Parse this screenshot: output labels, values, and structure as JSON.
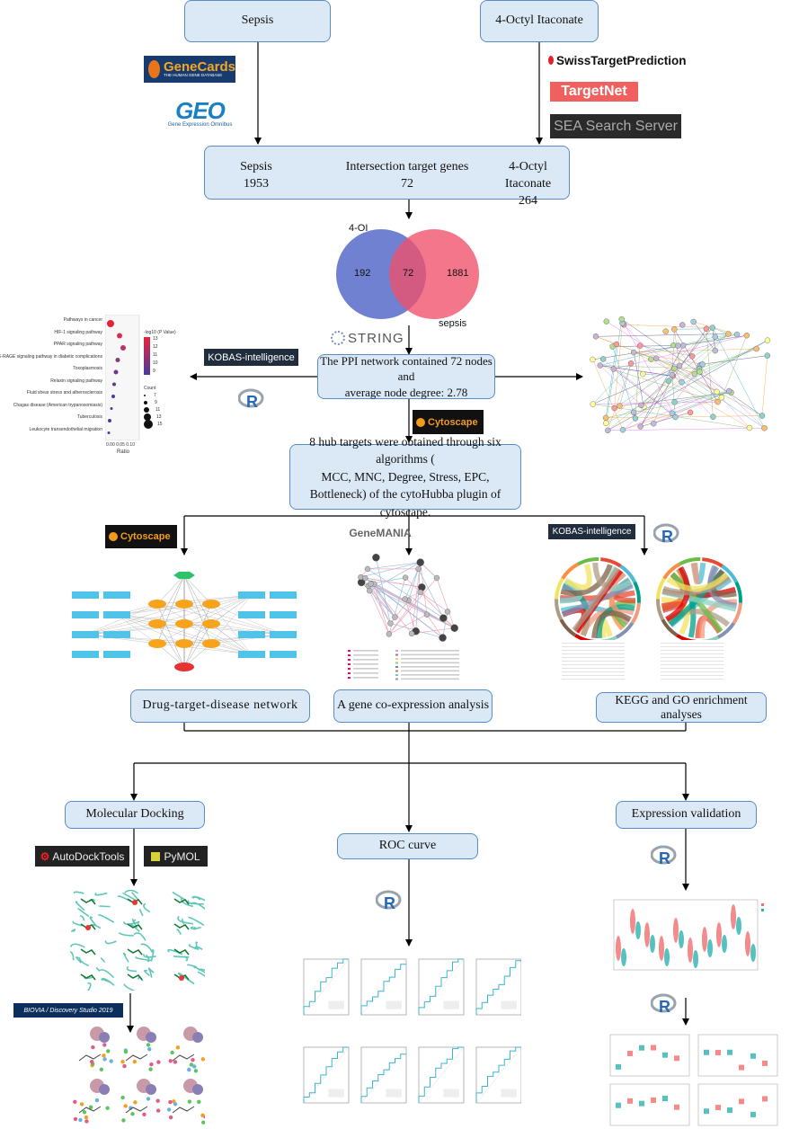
{
  "boxes": {
    "sepsis_top": "Sepsis",
    "oi_top": "4-Octyl Itaconate",
    "intersect_left_name": "Sepsis",
    "intersect_left_count": "1953",
    "intersect_center_name": "Intersection target genes",
    "intersect_center_count": "72",
    "intersect_right_name": "4-Octyl Itaconate",
    "intersect_right_count": "264",
    "ppi_line1": "The PPI network  contained 72 nodes and",
    "ppi_line2": "average node degree: 2.78",
    "hub_line1": "8 hub targets were obtained through six algorithms (",
    "hub_line2": "MCC, MNC, Degree, Stress, EPC,",
    "hub_line3": "Bottleneck) of the cytoHubba plugin of cytoscape.",
    "dtd": "Drug-target-disease  network",
    "coexp": "A gene co-expression analysis",
    "kegg_line1": "KEGG and GO enrichment",
    "kegg_line2": "analyses",
    "docking": "Molecular Docking",
    "roc": "ROC curve",
    "expr": "Expression validation"
  },
  "venn": {
    "left_label": "4-OI",
    "right_label": "sepsis",
    "left_only": "192",
    "overlap": "72",
    "right_only": "1881",
    "left_color": "#5b6fc9",
    "right_color": "#ef4f6a"
  },
  "logos": {
    "genecards_name": "GeneCards",
    "genecards_sub": "THE HUMAN GENE DATABASE",
    "geo_name": "GEO",
    "geo_sub": "Gene Expression Omnibus",
    "swiss": "SwissTargetPrediction",
    "targetnet": "TargetNet",
    "sea": "SEA Search Server",
    "string": "STRING",
    "kobas1": "KOBAS-intelligence",
    "kobas2": "KOBAS-intelligence",
    "cytoscape1": "Cytoscape",
    "cytoscape2": "Cytoscape",
    "genemania": "GeneMANIA",
    "autodock": "AutoDockTools",
    "pymol": "PyMOL",
    "biovia": "BIOVIA / Discovery Studio 2019",
    "r": "R"
  },
  "kegg_dot": {
    "pathways": [
      "Pathways in cancer",
      "HIF-1 signaling pathway",
      "PPAR signaling pathway",
      "AGE-RAGE signaling pathway in diabetic complications",
      "Toxoplasmosis",
      "Relaxin signaling pathway",
      "Fluid shear stress and atherosclerosis",
      "Chagas disease (American trypanosomiasis)",
      "Tuberculosis",
      "Leukocyte transendothelial migration"
    ],
    "xlabel": "Ratio",
    "xticks": "0.00 0.05 0.10",
    "legend_color_title": "-log10 (P Value)",
    "legend_color_vals": [
      "13",
      "12",
      "11",
      "10",
      "9"
    ],
    "legend_size_title": "Count",
    "legend_size_vals": [
      "7",
      "9",
      "11",
      "13",
      "15"
    ]
  },
  "colors": {
    "box_fill": "#dbe9f7",
    "box_border": "#5a8cc4",
    "arrow": "#000000"
  }
}
